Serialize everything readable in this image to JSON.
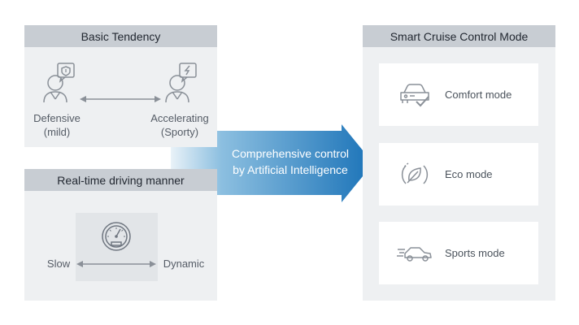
{
  "basic_tendency": {
    "title": "Basic Tendency",
    "left_label_line1": "Defensive",
    "left_label_line2": "(mild)",
    "right_label_line1": "Accelerating",
    "right_label_line2": "(Sporty)"
  },
  "realtime": {
    "title": "Real-time driving manner",
    "left_label": "Slow",
    "right_label": "Dynamic"
  },
  "center_arrow": {
    "line1": "Comprehensive control",
    "line2": "by Artificial Intelligence"
  },
  "smart_cruise": {
    "title": "Smart Cruise Control Mode",
    "modes": [
      {
        "label": "Comfort mode",
        "icon": "car-check-icon"
      },
      {
        "label": "Eco mode",
        "icon": "leaf-icon"
      },
      {
        "label": "Sports mode",
        "icon": "fast-car-icon"
      }
    ]
  },
  "colors": {
    "panel_bg": "#eef0f2",
    "header_bg": "#c8cdd3",
    "arrow_start": "#e9f2f8",
    "arrow_end": "#1b73b8",
    "icon_gray": "#8a9098"
  }
}
